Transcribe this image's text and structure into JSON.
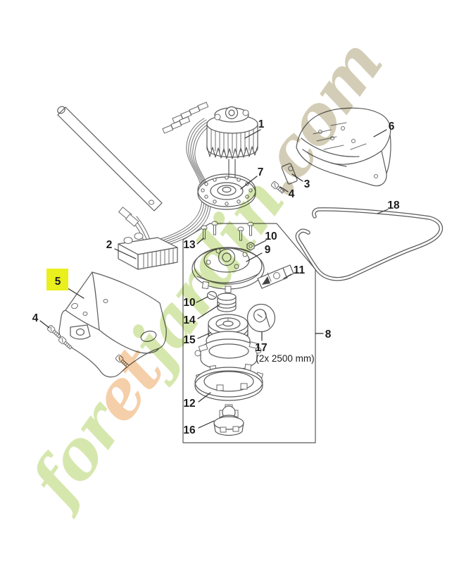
{
  "watermark": {
    "segments": [
      {
        "text": "for",
        "color": "#cfe3a0"
      },
      {
        "text": "et",
        "color": "#f3c79a"
      },
      {
        "text": "jardin",
        "color": "#cfe3a0"
      },
      {
        "text": ".com",
        "color": "#ccc5ab"
      }
    ]
  },
  "highlight": {
    "label": "5",
    "color": "#eaf01d"
  },
  "note17": "(2x 2500 mm)",
  "labels": {
    "p1": "1",
    "p2": "2",
    "p3": "3",
    "p4a": "4",
    "p4b": "4",
    "p6": "6",
    "p7": "7",
    "p8": "8",
    "p9": "9",
    "p10a": "10",
    "p10b": "10",
    "p11": "11",
    "p12": "12",
    "p13": "13",
    "p14": "14",
    "p15": "15",
    "p16": "16",
    "p17": "17",
    "p18": "18"
  }
}
